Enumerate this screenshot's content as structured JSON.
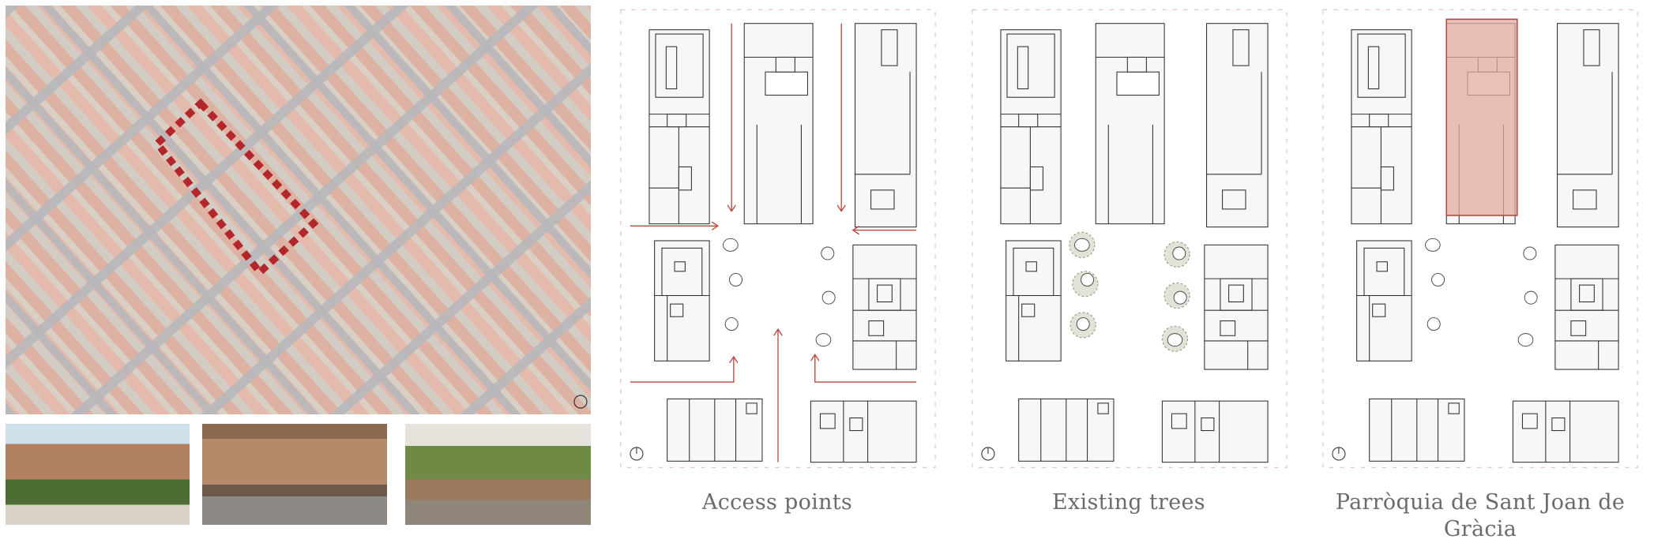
{
  "panels": [
    {
      "caption": "Access points"
    },
    {
      "caption": "Existing trees"
    },
    {
      "caption": "Parròquia de Sant Joan de Gràcia"
    }
  ],
  "colors": {
    "accent": "#b9473a",
    "highlight_fill": "#e2aca2",
    "tree_fill": "#dfe4d6",
    "frame": "#e6bcbc"
  }
}
